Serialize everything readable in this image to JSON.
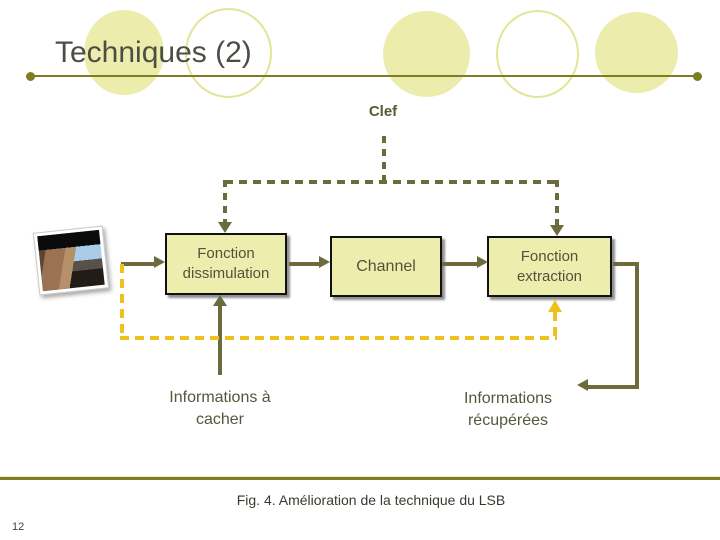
{
  "slide": {
    "title": "Techniques (2)",
    "caption": "Fig. 4. Amélioration de la technique du LSB",
    "page_number": "12"
  },
  "diagram": {
    "key_label": "Clef",
    "boxes": {
      "dissimulation": {
        "line1": "Fonction",
        "line2": "dissimulation"
      },
      "channel": {
        "label": "Channel"
      },
      "extraction": {
        "line1": "Fonction",
        "line2": "extraction"
      }
    },
    "labels": {
      "info_to_hide": {
        "line1": "Informations à",
        "line2": "cacher"
      },
      "info_recovered": {
        "line1": "Informations",
        "line2": "récupérées"
      }
    }
  },
  "colors": {
    "olive": "#6b6b3c",
    "gold": "#f0c11c",
    "box_fill": "#ededad",
    "header_line": "#7d7d22",
    "ellipse_fill": "#ececac",
    "ellipse_outline": "#e4e496"
  }
}
